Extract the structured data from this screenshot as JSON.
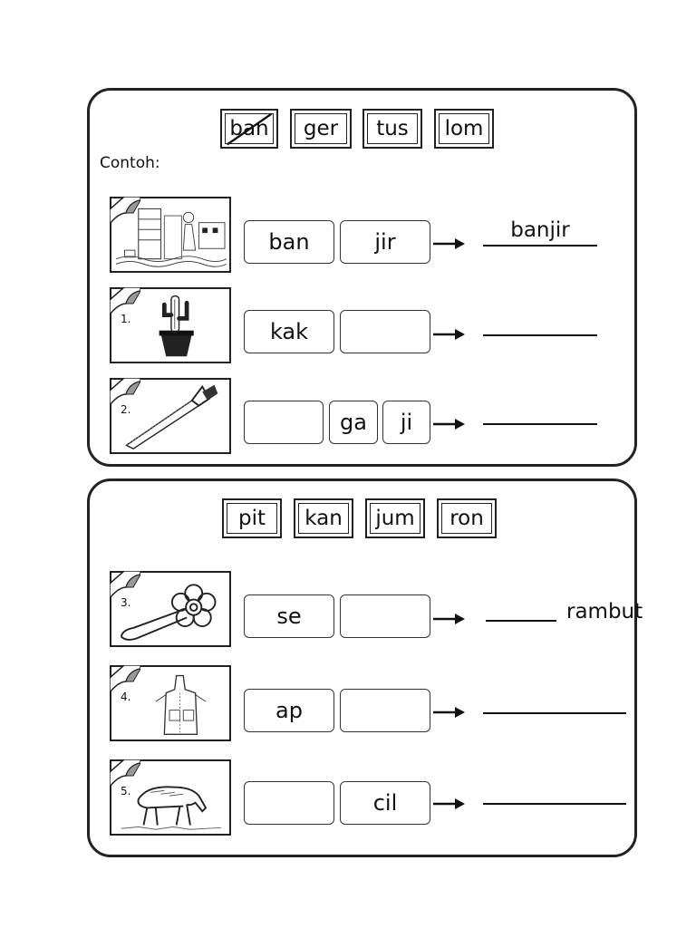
{
  "section1": {
    "word_bank": [
      "ban",
      "ger",
      "tus",
      "lom"
    ],
    "example_label": "Contoh:",
    "example": {
      "syllables": [
        "ban",
        "jir"
      ],
      "answer": "banjir"
    },
    "items": [
      {
        "number": "1.",
        "picture": "cactus",
        "syllables": [
          "kak",
          ""
        ]
      },
      {
        "number": "2.",
        "picture": "saw",
        "syllables": [
          "",
          "ga",
          "ji"
        ]
      }
    ]
  },
  "section2": {
    "word_bank": [
      "pit",
      "kan",
      "jum",
      "ron"
    ],
    "items": [
      {
        "number": "3.",
        "picture": "hair-clip",
        "syllables": [
          "se",
          ""
        ],
        "suffix": "rambut"
      },
      {
        "number": "4.",
        "picture": "apron",
        "syllables": [
          "ap",
          ""
        ]
      },
      {
        "number": "5.",
        "picture": "mouse-deer",
        "syllables": [
          "",
          "cil"
        ]
      }
    ]
  },
  "icons": {
    "arrow": "right-arrow-icon",
    "crossed": "strike-slash"
  }
}
